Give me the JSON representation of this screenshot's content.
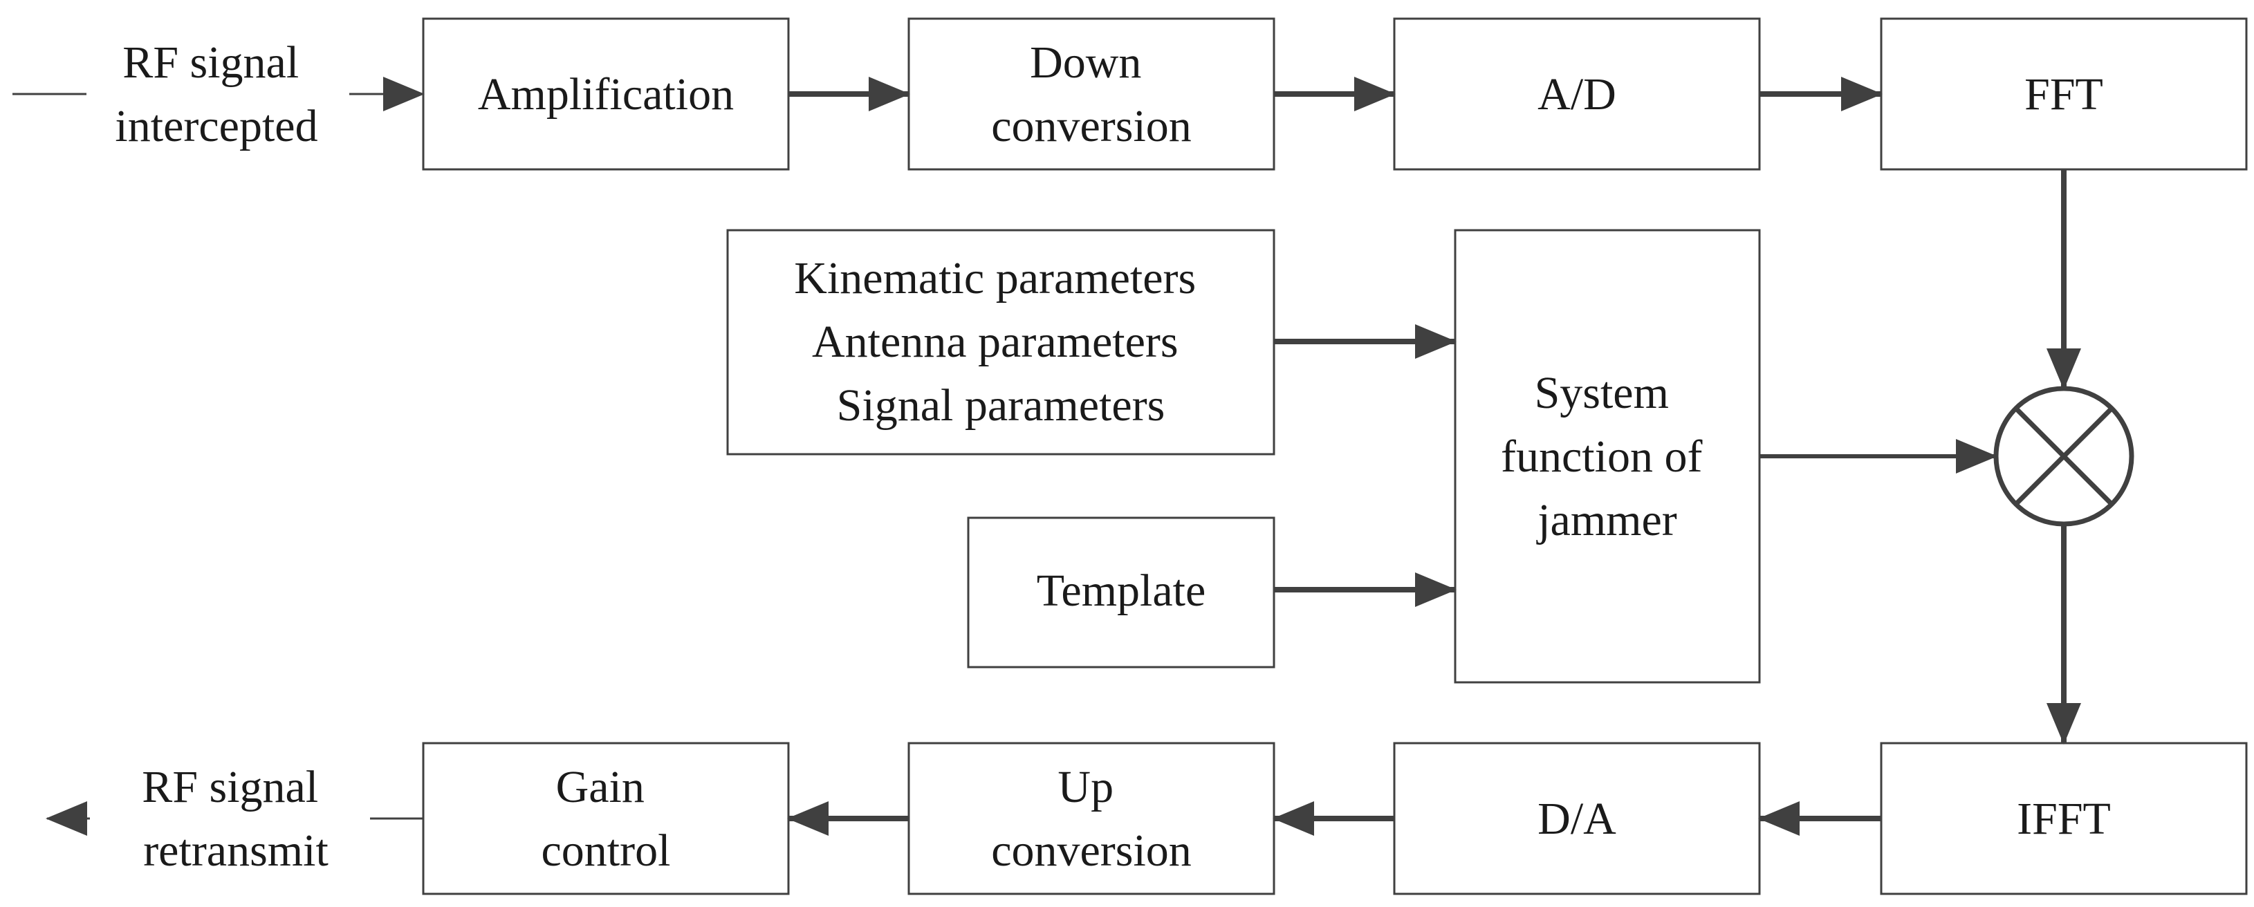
{
  "diagram": {
    "input_label": [
      "RF signal",
      "intercepted"
    ],
    "output_label": [
      "RF signal",
      "retransmit"
    ],
    "blocks": {
      "amplification": [
        "Amplification"
      ],
      "down_conversion": [
        "Down",
        "conversion"
      ],
      "ad": [
        "A/D"
      ],
      "fft": [
        "FFT"
      ],
      "params": [
        "Kinematic parameters",
        "Antenna parameters",
        "Signal parameters"
      ],
      "template": [
        "Template"
      ],
      "system_function": [
        "System",
        "function of",
        "jammer"
      ],
      "ifft": [
        "IFFT"
      ],
      "da": [
        "D/A"
      ],
      "up_conversion": [
        "Up",
        "conversion"
      ],
      "gain_control": [
        "Gain",
        "control"
      ]
    },
    "colors": {
      "stroke": "#404040",
      "text": "#1a1a1a",
      "background": "#ffffff"
    }
  }
}
